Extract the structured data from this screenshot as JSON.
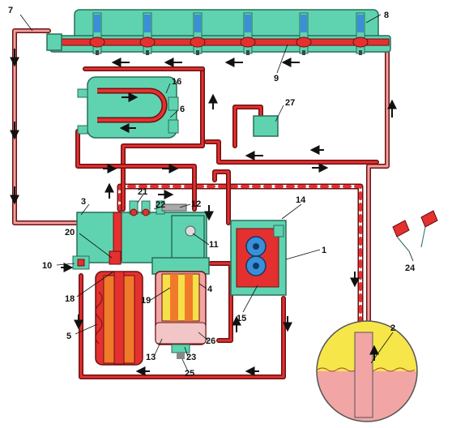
{
  "colors": {
    "block_fill": "#5fd3b0",
    "block_stroke": "#2a6d5a",
    "fuel_pressure": "#e53030",
    "fuel_return": "#f2a0a0",
    "pipe_outline": "#6b1010",
    "tank_fuel_top": "#f7e64a",
    "tank_fuel_bottom": "#f2a5a5",
    "filter_orange": "#f07a2a",
    "filter_yellow": "#f5e04a",
    "arrow": "#111111",
    "injector_blue": "#3a8fd8"
  },
  "icons": {
    "pump_gears": "gear-pair-icon",
    "flow_arrow": "arrow-icon",
    "detail_flag": "spray-nozzle-icon"
  },
  "labels": {
    "l1": "1",
    "l2": "2",
    "l3": "3",
    "l4": "4",
    "l5": "5",
    "l6": "6",
    "l7": "7",
    "l8": "8",
    "l9": "9",
    "l10": "10",
    "l11": "11",
    "l12": "12",
    "l13": "13",
    "l14": "14",
    "l15": "15",
    "l16": "16",
    "l18": "18",
    "l19": "19",
    "l20": "20",
    "l21": "21",
    "l22": "22",
    "l23": "23",
    "l24": "24",
    "l25": "25",
    "l26": "26",
    "l27": "27"
  }
}
